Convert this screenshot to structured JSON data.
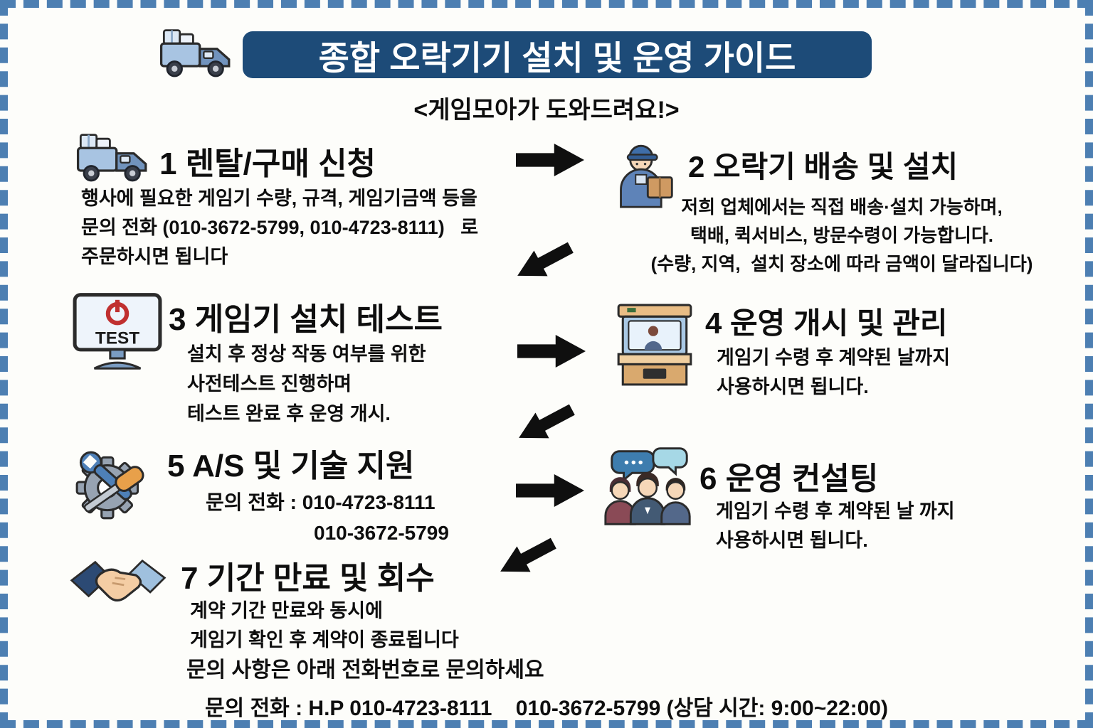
{
  "page": {
    "title": "종합 오락기기 설치 및 운영 가이드",
    "subtitle": "<게임모아가 도와드려요!>",
    "monitor_label": "TEST",
    "footer": "문의 전화 : H.P 010-4723-8111    010-3672-5799 (상담 시간: 9:00~22:00)"
  },
  "colors": {
    "banner_bg": "#1d4b78",
    "banner_text": "#ffffff",
    "border": "#4d7fb2",
    "arrow": "#0f0f0f",
    "text": "#0e0e0e"
  },
  "steps": [
    {
      "title": "1 렌탈/구매 신청",
      "icon": "delivery-truck-icon",
      "lines": [
        "행사에 필요한 게임기 수량, 규격, 게임기금액 등을",
        "문의 전화 (010-3672-5799, 010-4723-8111)   로",
        "주문하시면 됩니다"
      ]
    },
    {
      "title": "2 오락기 배송 및 설치",
      "icon": "delivery-person-icon",
      "lines": [
        "저희 업체에서는 직접 배송·설치 가능하며,",
        "택배, 퀵서비스, 방문수령이 가능합니다.",
        "(수량, 지역,  설치 장소에 따라 금액이 달라집니다)"
      ]
    },
    {
      "title": "3 게임기 설치 테스트",
      "icon": "test-monitor-icon",
      "lines": [
        "설치 후 정상 작동 여부를 위한",
        "사전테스트 진행하며",
        "테스트 완료 후 운영 개시."
      ]
    },
    {
      "title": "4 운영 개시 및 관리",
      "icon": "arcade-machine-icon",
      "lines": [
        "게임기 수령 후 계약된 날까지",
        "사용하시면 됩니다."
      ]
    },
    {
      "title": "5 A/S 및 기술 지원",
      "icon": "tools-icon",
      "lines": [
        "문의 전화 : 010-4723-8111",
        "010-3672-5799"
      ]
    },
    {
      "title": "6 운영 컨설팅",
      "icon": "consulting-icon",
      "lines": [
        "게임기 수령 후 계약된 날 까지",
        "사용하시면 됩니다."
      ]
    },
    {
      "title": "7 기간 만료 및 회수",
      "icon": "handshake-icon",
      "lines": [
        "계약 기간 만료와 동시에",
        "게임기 확인 후 계약이 종료됩니다"
      ],
      "note": "문의 사항은 아래 전화번호로 문의하세요"
    }
  ]
}
